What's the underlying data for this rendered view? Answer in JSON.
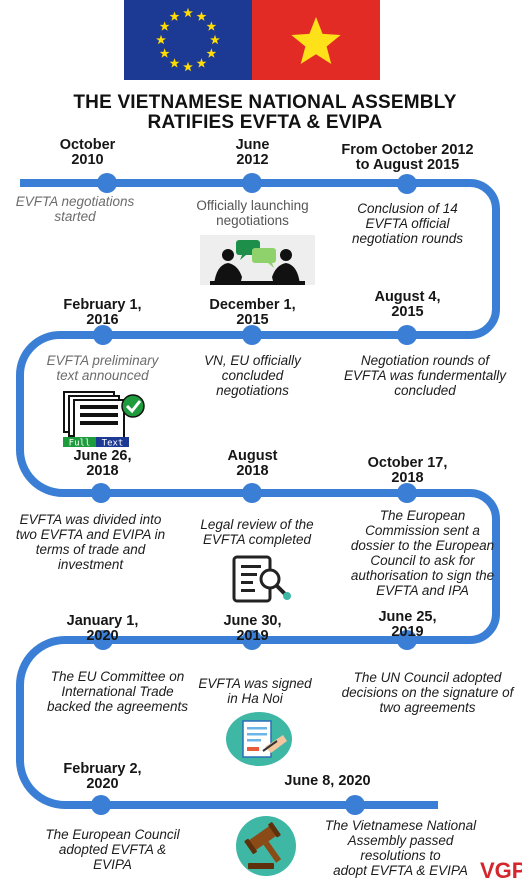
{
  "header": {
    "title_line1": "THE VIETNAMESE NATIONAL ASSEMBLY",
    "title_line2": "RATIFIES EVFTA & EVIPA"
  },
  "colors": {
    "track": "#3a7fd5",
    "eu_blue": "#1c3a94",
    "eu_star": "#ffdd00",
    "vn_red": "#e32b26",
    "vn_star": "#ffe11a",
    "icon_teal": "#3fb7a5"
  },
  "milestones": [
    {
      "id": "m1",
      "date": [
        "October",
        "2010"
      ],
      "desc": [
        "EVFTA negotiations",
        "started"
      ]
    },
    {
      "id": "m2",
      "date": [
        "June",
        "2012"
      ],
      "desc": [
        "Officially launching",
        "negotiations"
      ]
    },
    {
      "id": "m3",
      "date": [
        "From October 2012",
        "to August 2015"
      ],
      "desc": [
        "Conclusion of 14",
        "EVFTA official",
        "negotiation rounds"
      ]
    },
    {
      "id": "m4",
      "date": [
        "August 4,",
        "2015"
      ],
      "desc": [
        "Negotiation rounds of",
        "EVFTA was  fundermentally",
        "concluded"
      ]
    },
    {
      "id": "m5",
      "date": [
        "December 1,",
        "2015"
      ],
      "desc": [
        "VN, EU officially",
        "concluded",
        "negotiations"
      ]
    },
    {
      "id": "m6",
      "date": [
        "February 1,",
        "2016"
      ],
      "desc": [
        "EVFTA preliminary",
        "text announced"
      ]
    },
    {
      "id": "m7",
      "date": [
        "June 26,",
        "2018"
      ],
      "desc": [
        "EVFTA was divided into",
        "two EVFTA and EVIPA in",
        "terms of trade and",
        "investment"
      ]
    },
    {
      "id": "m8",
      "date": [
        "August",
        "2018"
      ],
      "desc": [
        "Legal review of the",
        "EVFTA completed"
      ]
    },
    {
      "id": "m9",
      "date": [
        "October 17,",
        "2018"
      ],
      "desc": [
        "The European",
        "Commission sent a",
        "dossier to the European",
        "Council to ask for",
        "authorisation to sign the",
        "EVFTA and IPA"
      ]
    },
    {
      "id": "m10",
      "date": [
        "June 25,",
        "2019"
      ],
      "desc": [
        "The UN Council adopted",
        "decisions on the signature of",
        "two agreements"
      ]
    },
    {
      "id": "m11",
      "date": [
        "June 30,",
        "2019"
      ],
      "desc": [
        "EVFTA was signed",
        "in Ha Noi"
      ]
    },
    {
      "id": "m12",
      "date": [
        "January 1,",
        "2020"
      ],
      "desc": [
        "The EU Committee on",
        "International Trade",
        "backed the agreements"
      ]
    },
    {
      "id": "m13",
      "date": [
        "February 2,",
        "2020"
      ],
      "desc": [
        "The European Council",
        "adopted EVFTA &",
        "EVIPA"
      ]
    },
    {
      "id": "m14",
      "date": [
        "June 8, 2020"
      ],
      "desc": [
        "The Vietnamese National",
        "Assembly passed",
        "resolutions to",
        "adopt EVFTA & EVIPA"
      ]
    }
  ],
  "full_text_icon": {
    "left": "Full",
    "right": "Text"
  },
  "logo": {
    "text": "VGP"
  }
}
